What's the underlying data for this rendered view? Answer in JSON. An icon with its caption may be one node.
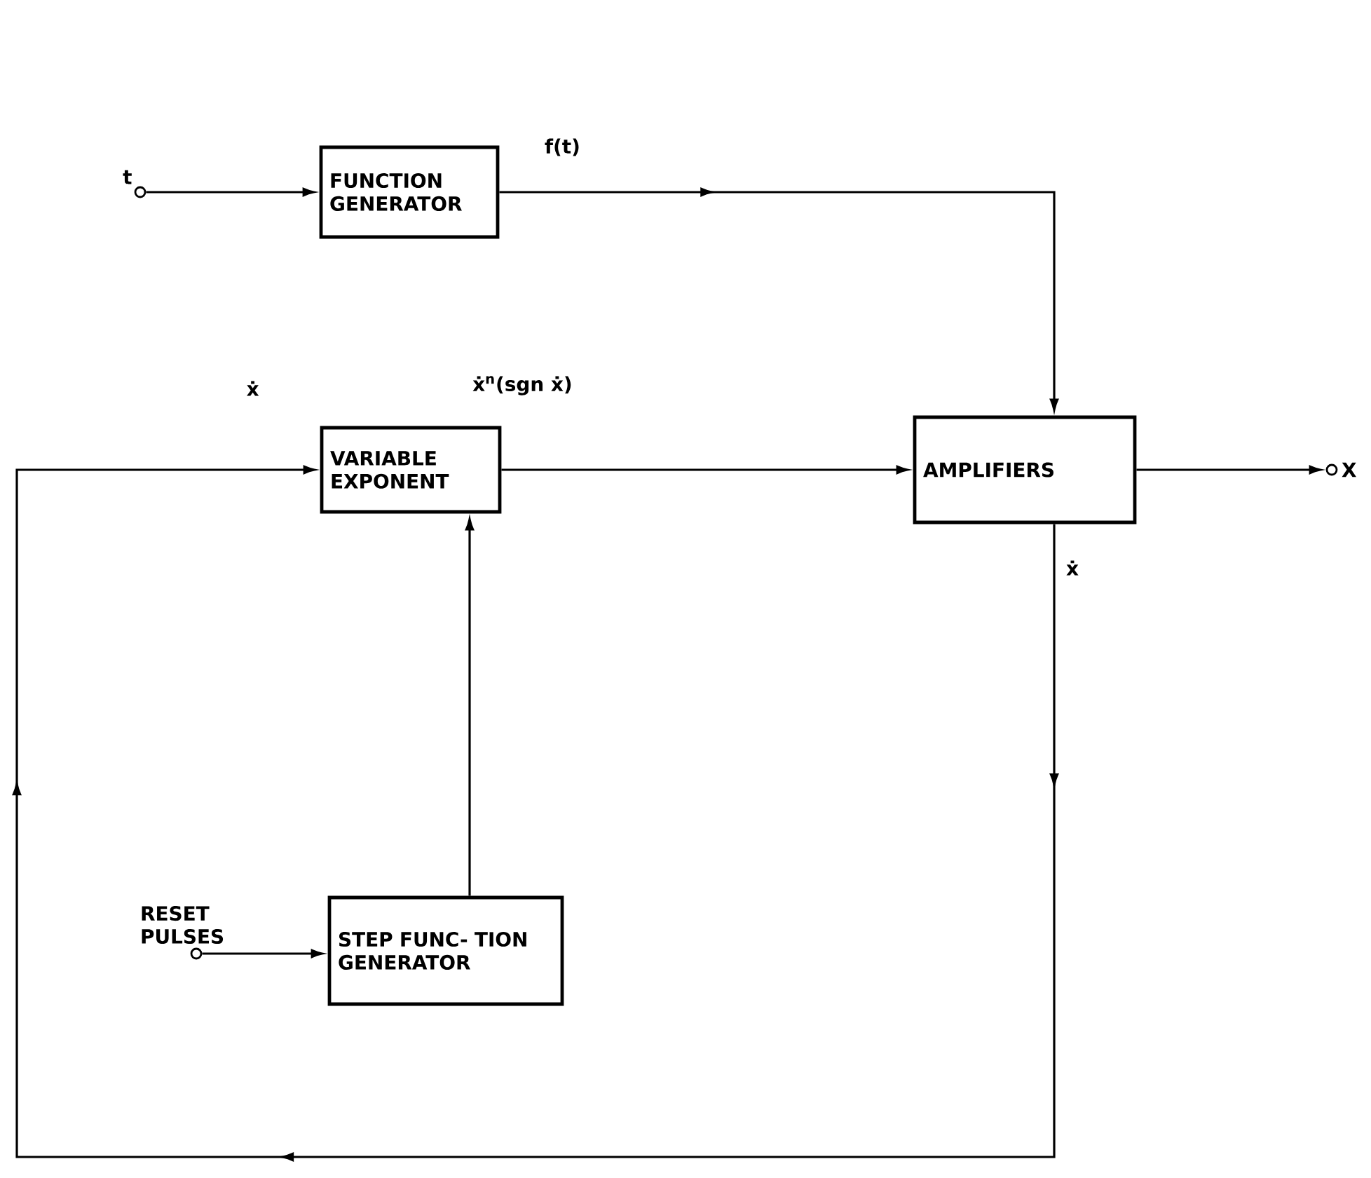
{
  "diagram": {
    "nodes": [
      {
        "text": [
          "t"
        ]
      },
      {
        "text": [
          "FUNCTION GENERATOR"
        ]
      },
      {
        "text": [
          "VARIABLE EXPONENT"
        ]
      },
      {
        "text": [
          "AMPLIFIERS"
        ]
      },
      {
        "text": [
          "X"
        ]
      },
      {
        "text": [
          "RESET PULSES"
        ]
      },
      {
        "text": [
          "STEP FUNC- TION GENERATOR"
        ]
      }
    ],
    "edges": [
      {
        "from": 0,
        "to": 1,
        "arrow": "to"
      },
      {
        "from": 1,
        "to": 3,
        "arrow": "to",
        "label": "f(t)"
      },
      {
        "from": 2,
        "to": 3,
        "arrow": "to",
        "label": "ẋ$^{n}$(sgn ẋ)"
      },
      {
        "from": 3,
        "to": 2,
        "arrow": "to",
        "label": "ẋ"
      },
      {
        "from": 5,
        "to": 6,
        "arrow": "to"
      },
      {
        "from": 6,
        "to": 2,
        "arrow": "to"
      },
      {
        "from": 3,
        "to": 4,
        "arrow": "to"
      }
    ],
    "labels": [
      "ẋ"
    ]
  }
}
